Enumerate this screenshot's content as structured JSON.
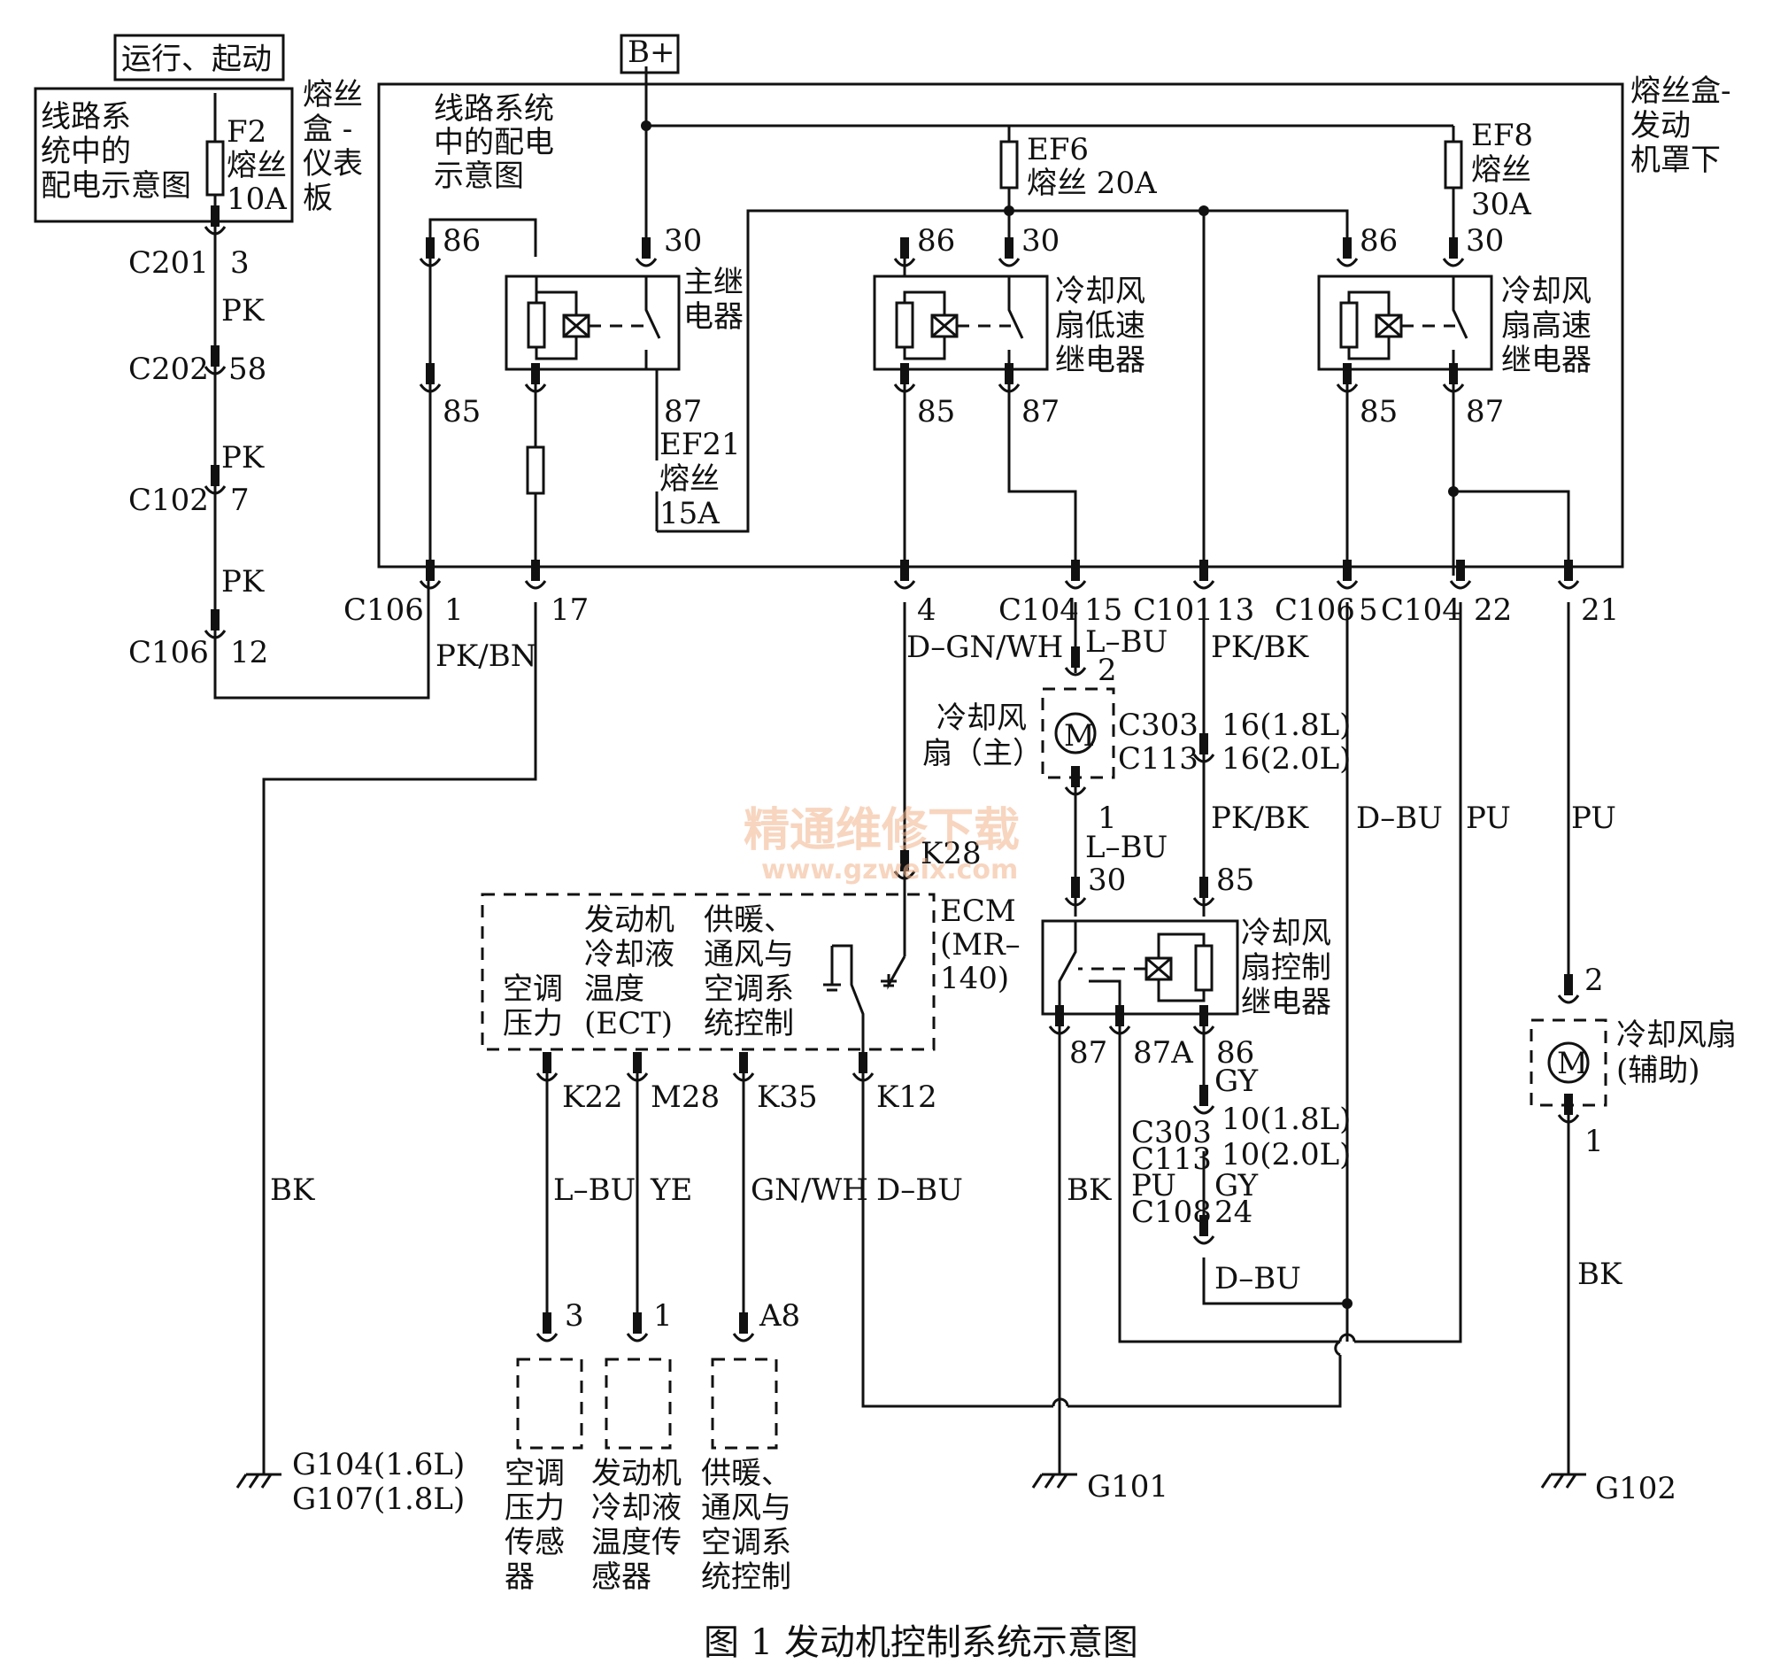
{
  "header": {
    "run_start": "运行、起动",
    "bplus": "B+"
  },
  "fuse_box_ip": {
    "note": [
      "线路系",
      "统中的",
      "配电示意图"
    ],
    "fuse": [
      "F2",
      "熔丝",
      "10A"
    ],
    "name": [
      "熔丝",
      "盒 -",
      "仪表",
      "板"
    ]
  },
  "fuse_box_engine": {
    "note": [
      "线路系统",
      "中的配电",
      "示意图"
    ],
    "name": [
      "熔丝盒-",
      "发动",
      "机罩下"
    ],
    "ef6": [
      "EF6",
      "熔丝 20A"
    ],
    "ef8": [
      "EF8",
      "熔丝",
      "30A"
    ],
    "ef21": [
      "EF21",
      "熔丝",
      "15A"
    ]
  },
  "relays": {
    "main": [
      "主继",
      "电器"
    ],
    "low": [
      "冷却风",
      "扇低速",
      "继电器"
    ],
    "high": [
      "冷却风",
      "扇高速",
      "继电器"
    ],
    "control": [
      "冷却风",
      "扇控制",
      "继电器"
    ]
  },
  "pins": {
    "r86": "86",
    "r30": "30",
    "r85": "85",
    "r87": "87",
    "r87a": "87A",
    "c201": "C201",
    "p3": "3",
    "c202": "C202",
    "p58": "58",
    "c102": "C102",
    "p7": "7",
    "c106": "C106",
    "p12": "12",
    "p1": "1",
    "p17": "17",
    "p4": "4",
    "c104": "C104",
    "p15": "15",
    "c101": "C101",
    "p13": "13",
    "p5": "5",
    "p22": "22",
    "p21": "21",
    "p2": "2",
    "c303": "C303",
    "c113": "C113",
    "p16a": "16(1.8L)",
    "p16b": "16(2.0L)",
    "k28": "K28",
    "c108": "C108",
    "p10a": "10(1.8L)",
    "p10b": "10(2.0L)",
    "p24": "24",
    "k22": "K22",
    "m28": "M28",
    "k35": "K35",
    "k12": "K12",
    "s3": "3",
    "s1": "1",
    "a8": "A8"
  },
  "wires": {
    "pk": "PK",
    "pkbn": "PK/BN",
    "bk": "BK",
    "dgnwh": "D–GN/WH",
    "lbu": "L–BU",
    "pkbk": "PK/BK",
    "dbu": "D–BU",
    "pu": "PU",
    "gy": "GY",
    "ye": "YE",
    "gnwh": "GN/WH"
  },
  "components": {
    "main_fan": [
      "冷却风",
      "扇（主）"
    ],
    "aux_fan": [
      "冷却风扇",
      "(辅助)"
    ],
    "motor": "M",
    "ecm": [
      "ECM",
      "(MR–",
      "140)"
    ],
    "ecm_ac": [
      "空调",
      "压力"
    ],
    "ecm_ect": [
      "发动机",
      "冷却液",
      "温度",
      "(ECT)"
    ],
    "ecm_hvac": [
      "供暖、",
      "通风与",
      "空调系",
      "统控制"
    ],
    "sensor_ac": [
      "空调",
      "压力",
      "传感",
      "器"
    ],
    "sensor_ect": [
      "发动机",
      "冷却液",
      "温度传",
      "感器"
    ],
    "sensor_hvac": [
      "供暖、",
      "通风与",
      "空调系",
      "统控制"
    ]
  },
  "grounds": {
    "g104": "G104(1.6L)",
    "g107": "G107(1.8L)",
    "g101": "G101",
    "g102": "G102"
  },
  "watermark": {
    "cn": "精通维修下载",
    "url": "www.gzweix.com"
  },
  "caption": "图 1  发动机控制系统示意图"
}
